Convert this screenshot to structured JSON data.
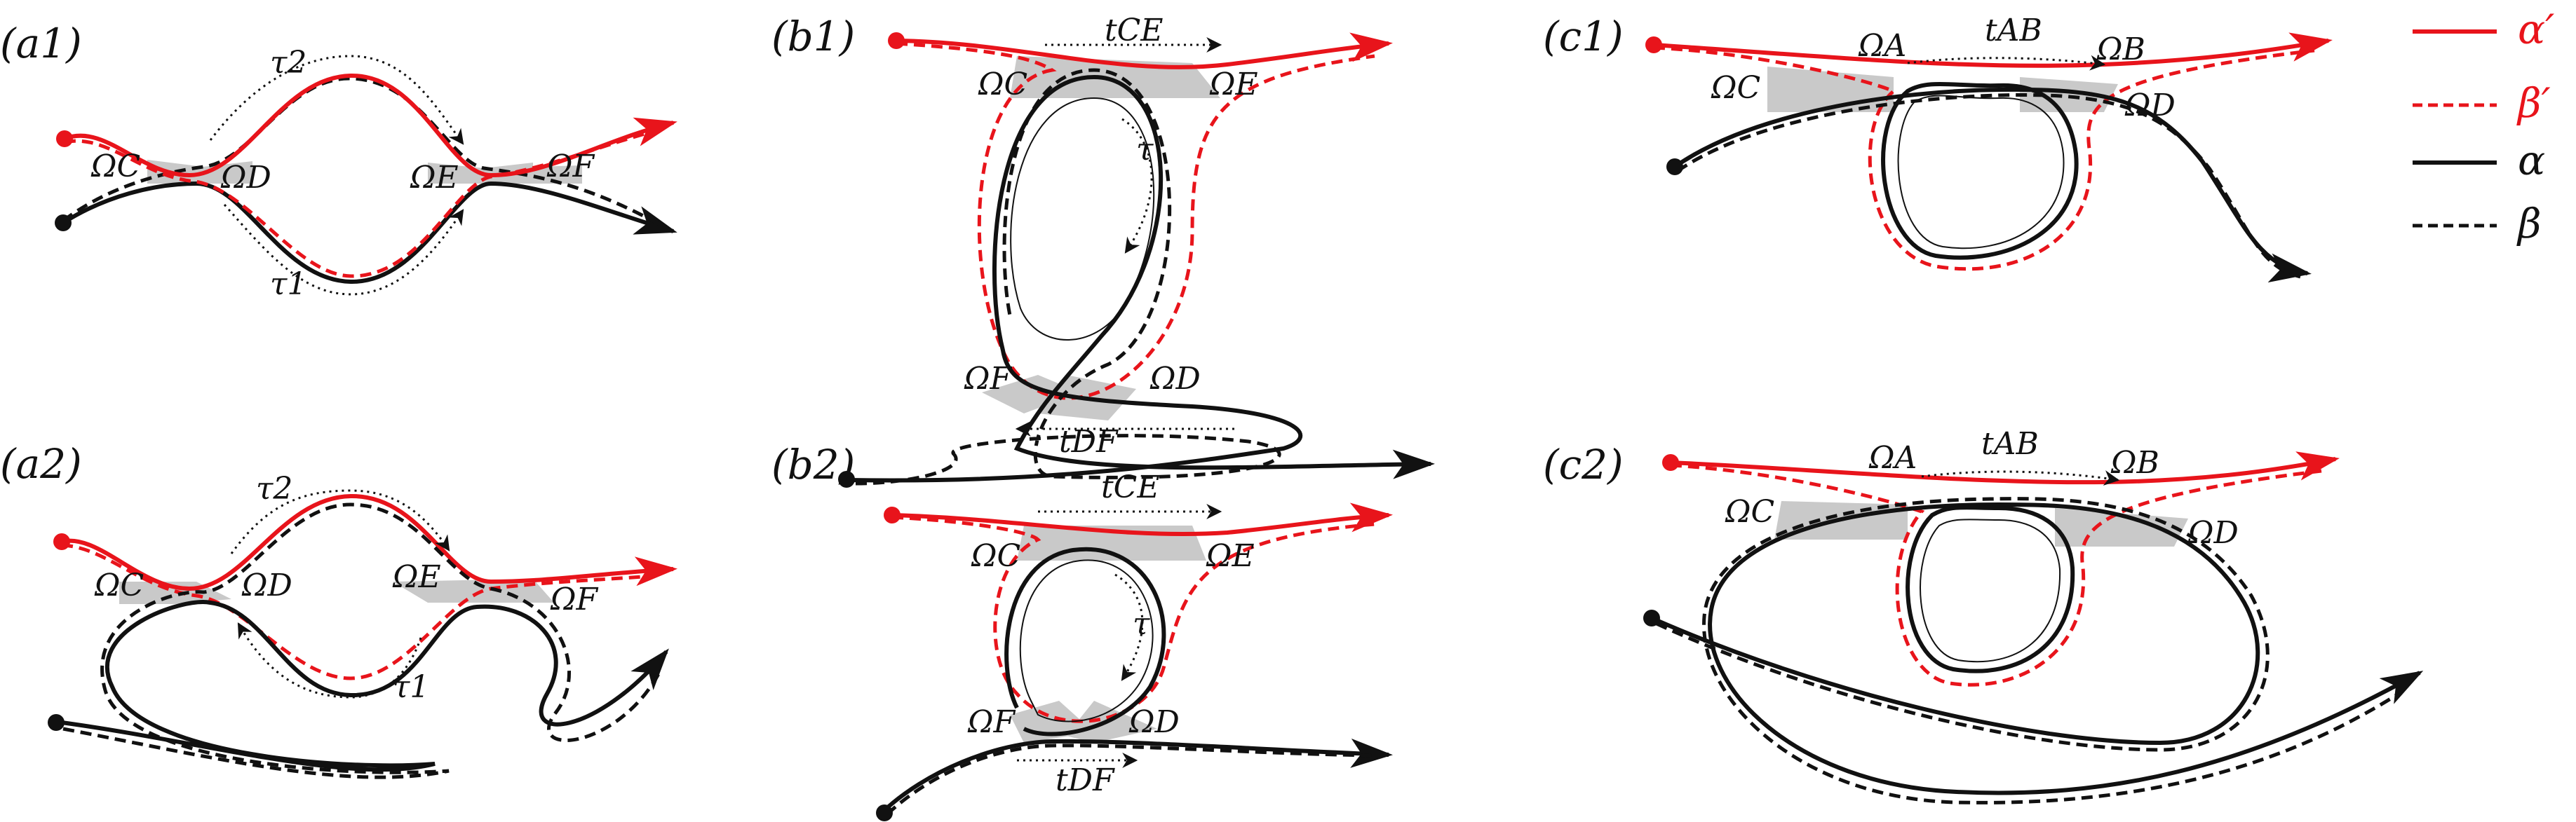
{
  "colors": {
    "primed": "#e8141b",
    "unprimed": "#111111",
    "overlap": "#c9c9c9"
  },
  "legend": [
    {
      "label": "α′",
      "style": "solid",
      "color": "#e8141b"
    },
    {
      "label": "β′",
      "style": "dashed",
      "color": "#e8141b"
    },
    {
      "label": "α",
      "style": "solid",
      "color": "#111111"
    },
    {
      "label": "β",
      "style": "dashed",
      "color": "#111111"
    }
  ],
  "panels": {
    "a1": {
      "label": "(a1)",
      "tau2": "τ2",
      "tau1": "τ1",
      "omega_c": "ΩC",
      "omega_d": "ΩD",
      "omega_e": "ΩE",
      "omega_f": "ΩF"
    },
    "a2": {
      "label": "(a2)",
      "tau2": "τ2",
      "tau1": "τ1",
      "omega_c": "ΩC",
      "omega_d": "ΩD",
      "omega_e": "ΩE",
      "omega_f": "ΩF"
    },
    "b1": {
      "label": "(b1)",
      "t_ce": "tCE",
      "tau": "τ",
      "omega_c": "ΩC",
      "omega_e": "ΩE",
      "omega_f": "ΩF",
      "omega_d": "ΩD",
      "t_df": "tDF"
    },
    "b2": {
      "label": "(b2)",
      "t_ce": "tCE",
      "tau": "τ",
      "omega_c": "ΩC",
      "omega_e": "ΩE",
      "omega_f": "ΩF",
      "omega_d": "ΩD",
      "t_df": "tDF"
    },
    "c1": {
      "label": "(c1)",
      "omega_a": "ΩA",
      "t_ab": "tAB",
      "omega_b": "ΩB",
      "omega_c": "ΩC",
      "omega_d": "ΩD"
    },
    "c2": {
      "label": "(c2)",
      "omega_a": "ΩA",
      "t_ab": "tAB",
      "omega_b": "ΩB",
      "omega_c": "ΩC",
      "omega_d": "ΩD"
    }
  }
}
